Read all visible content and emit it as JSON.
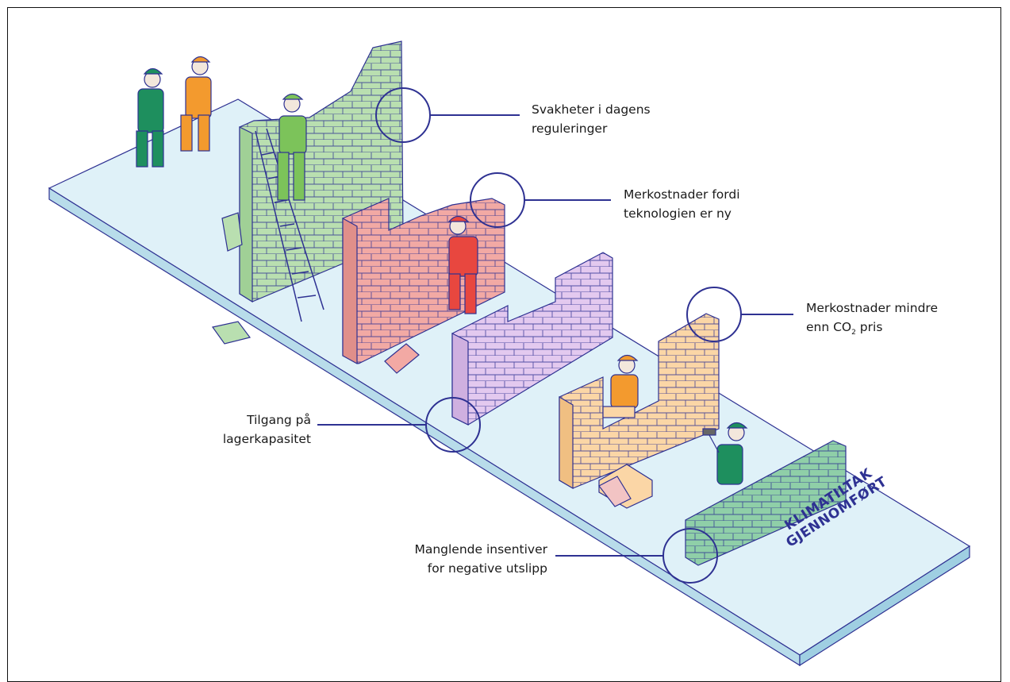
{
  "labels": {
    "weak_regulations": "Svakheter i dagens reguleringer",
    "extra_cost_new_tech": "Merkostnader fordi teknologien er ny",
    "extra_cost_line1": "Merkostnader mindre",
    "extra_cost_line2_pre": "enn CO",
    "extra_cost_line2_sub": "2",
    "extra_cost_line2_post": " pris",
    "storage_access": "Tilgang på lagerkapasitet",
    "missing_incentives_line1": "Manglende insentiver",
    "missing_incentives_line2": "for negative utslipp"
  },
  "stamp": {
    "line1": "KLIMATILTAK",
    "line2": "GJENNOMFØRT"
  },
  "colors": {
    "platform_top": "#dff1f8",
    "platform_side": "#b8dcea",
    "outline": "#2e3192",
    "wall_green": "#b9dfb0",
    "wall_red": "#f2a9a4",
    "wall_purple": "#e3c9ef",
    "wall_orange": "#fbd6a6",
    "wall_teal": "#8fcfa8",
    "worker_green": "#1e8f5e",
    "worker_orange": "#f39a2e",
    "worker_red": "#e8473f",
    "worker_lime": "#7cc35a"
  }
}
